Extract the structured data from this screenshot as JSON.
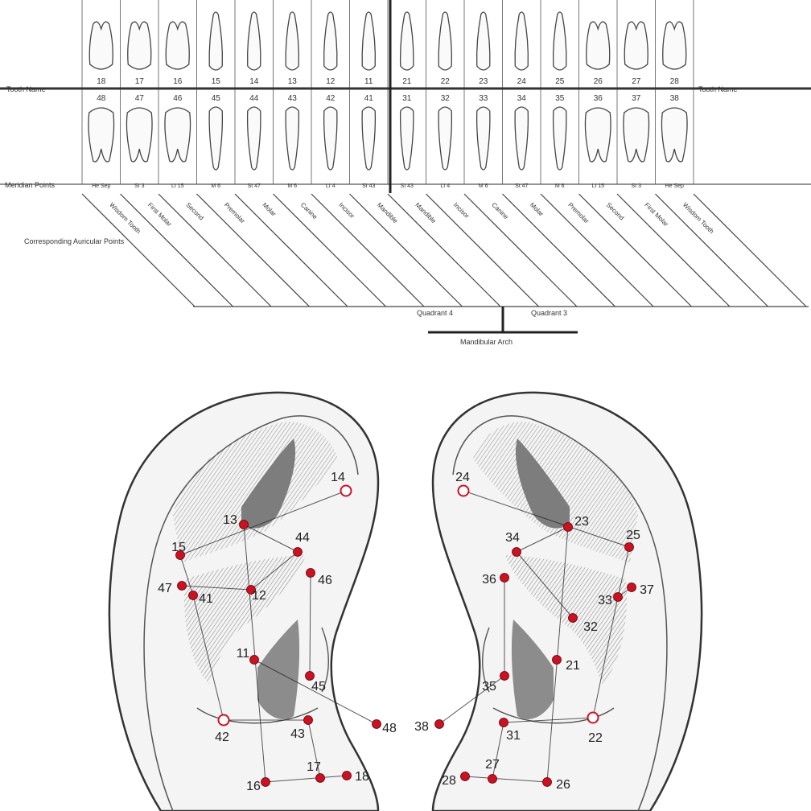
{
  "chart": {
    "labels": {
      "tooth_name_left": "Tooth Name",
      "tooth_name_right": "Tooth Name",
      "meridian_points": "Meridian Points",
      "corresponding_points": "Corresponding Auricular Points",
      "quadrant_left": "Quadrant 4",
      "quadrant_right": "Quadrant 3",
      "mandibular_arch": "Mandibular Arch"
    },
    "upper_teeth": [
      "18",
      "17",
      "16",
      "15",
      "14",
      "13",
      "12",
      "11",
      "21",
      "22",
      "23",
      "24",
      "25",
      "26",
      "27",
      "28"
    ],
    "lower_teeth": [
      "48",
      "47",
      "46",
      "45",
      "44",
      "43",
      "42",
      "41",
      "31",
      "32",
      "33",
      "34",
      "35",
      "36",
      "37",
      "38"
    ],
    "meridians": [
      "He Sep",
      "SI 3",
      "LI 15",
      "M 6",
      "St 47",
      "M 6",
      "LI 4",
      "SI 43",
      "SI 43",
      "LI 4",
      "M 6",
      "St 47",
      "M 6",
      "LI 15",
      "SI 3",
      "He Sep"
    ],
    "auricular_points": [
      "Wisdom Tooth",
      "First Molar",
      "Second",
      "Premolar",
      "Molar",
      "Canine",
      "Incisor",
      "Mandible",
      "Mandible",
      "Incisor",
      "Canine",
      "Molar",
      "Premolar",
      "Second",
      "First Molar",
      "Wisdom Tooth"
    ]
  },
  "ears": {
    "left_points": [
      {
        "id": "p14",
        "label": "14",
        "hollow": true
      },
      {
        "id": "p13",
        "label": "13",
        "hollow": false
      },
      {
        "id": "p44",
        "label": "44",
        "hollow": false
      },
      {
        "id": "p15",
        "label": "15",
        "hollow": false
      },
      {
        "id": "p47",
        "label": "47",
        "hollow": false
      },
      {
        "id": "p41",
        "label": "41",
        "hollow": false
      },
      {
        "id": "p12",
        "label": "12",
        "hollow": false
      },
      {
        "id": "p46",
        "label": "46",
        "hollow": false
      },
      {
        "id": "p11",
        "label": "11",
        "hollow": false
      },
      {
        "id": "p45",
        "label": "45",
        "hollow": false
      },
      {
        "id": "p42",
        "label": "42",
        "hollow": true
      },
      {
        "id": "p43",
        "label": "43",
        "hollow": false
      },
      {
        "id": "p48",
        "label": "48",
        "hollow": false
      },
      {
        "id": "p16",
        "label": "16",
        "hollow": false
      },
      {
        "id": "p17",
        "label": "17",
        "hollow": false
      },
      {
        "id": "p18",
        "label": "18",
        "hollow": false
      }
    ],
    "right_points": [
      {
        "id": "p24",
        "label": "24",
        "hollow": true
      },
      {
        "id": "p23",
        "label": "23",
        "hollow": false
      },
      {
        "id": "p34",
        "label": "34",
        "hollow": false
      },
      {
        "id": "p25",
        "label": "25",
        "hollow": false
      },
      {
        "id": "p36",
        "label": "36",
        "hollow": false
      },
      {
        "id": "p37",
        "label": "37",
        "hollow": false
      },
      {
        "id": "p33",
        "label": "33",
        "hollow": false
      },
      {
        "id": "p32",
        "label": "32",
        "hollow": false
      },
      {
        "id": "p21",
        "label": "21",
        "hollow": false
      },
      {
        "id": "p35",
        "label": "35",
        "hollow": false
      },
      {
        "id": "p38",
        "label": "38",
        "hollow": false
      },
      {
        "id": "p31",
        "label": "31",
        "hollow": false
      },
      {
        "id": "p22",
        "label": "22",
        "hollow": true
      },
      {
        "id": "p28",
        "label": "28",
        "hollow": false
      },
      {
        "id": "p27",
        "label": "27",
        "hollow": false
      },
      {
        "id": "p26",
        "label": "26",
        "hollow": false
      }
    ]
  },
  "colors": {
    "point": "#cc1122",
    "line": "#222222",
    "shade": "#9a9a9a"
  }
}
